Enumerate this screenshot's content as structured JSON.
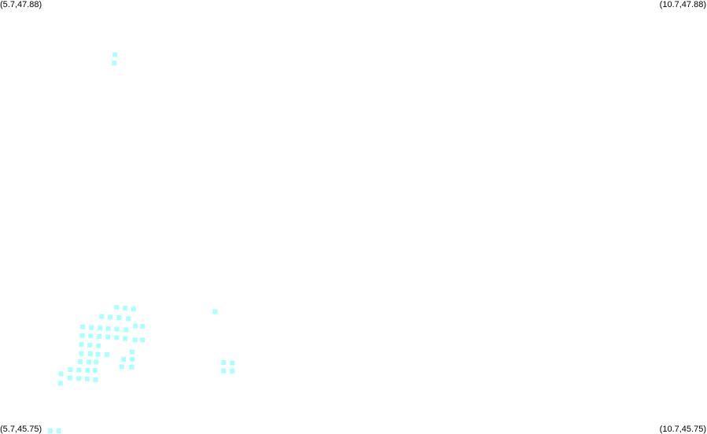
{
  "corners": {
    "top_left": "(5.7,47.88)",
    "top_right": "(10.7,47.88)",
    "bottom_left": "(5.7,45.75)",
    "bottom_right": "(10.7,45.75)"
  },
  "bounds": {
    "lon_min": 5.7,
    "lon_max": 10.7,
    "lat_min": 45.75,
    "lat_max": 47.88
  },
  "marker_color": "#aaffff",
  "points": [
    [
      6.513,
      47.612
    ],
    [
      6.508,
      47.571
    ],
    [
      7.221,
      46.35
    ],
    [
      6.524,
      46.372
    ],
    [
      6.585,
      46.368
    ],
    [
      6.644,
      46.363
    ],
    [
      6.42,
      46.327
    ],
    [
      6.48,
      46.323
    ],
    [
      6.542,
      46.321
    ],
    [
      6.608,
      46.316
    ],
    [
      6.658,
      46.281
    ],
    [
      6.707,
      46.279
    ],
    [
      6.285,
      46.276
    ],
    [
      6.347,
      46.272
    ],
    [
      6.408,
      46.27
    ],
    [
      6.466,
      46.267
    ],
    [
      6.526,
      46.265
    ],
    [
      6.591,
      46.261
    ],
    [
      6.282,
      46.233
    ],
    [
      6.342,
      46.231
    ],
    [
      6.402,
      46.229
    ],
    [
      6.463,
      46.226
    ],
    [
      6.525,
      46.223
    ],
    [
      6.585,
      46.219
    ],
    [
      6.655,
      46.212
    ],
    [
      6.707,
      46.212
    ],
    [
      6.275,
      46.189
    ],
    [
      6.335,
      46.186
    ],
    [
      6.396,
      46.183
    ],
    [
      6.276,
      46.145
    ],
    [
      6.339,
      46.144
    ],
    [
      6.393,
      46.141
    ],
    [
      6.457,
      46.139
    ],
    [
      6.634,
      46.153
    ],
    [
      6.574,
      46.117
    ],
    [
      6.635,
      46.117
    ],
    [
      6.268,
      46.105
    ],
    [
      6.329,
      46.103
    ],
    [
      6.38,
      46.103
    ],
    [
      6.561,
      46.08
    ],
    [
      6.631,
      46.078
    ],
    [
      6.197,
      46.066
    ],
    [
      6.258,
      46.064
    ],
    [
      6.319,
      46.062
    ],
    [
      6.372,
      46.062
    ],
    [
      6.131,
      46.045
    ],
    [
      6.194,
      46.025
    ],
    [
      6.258,
      46.022
    ],
    [
      6.316,
      46.02
    ],
    [
      6.376,
      46.016
    ],
    [
      6.127,
      45.999
    ],
    [
      7.282,
      46.101
    ],
    [
      7.343,
      46.099
    ],
    [
      7.282,
      46.06
    ],
    [
      7.343,
      46.059
    ],
    [
      6.055,
      45.765
    ],
    [
      6.115,
      45.765
    ]
  ]
}
